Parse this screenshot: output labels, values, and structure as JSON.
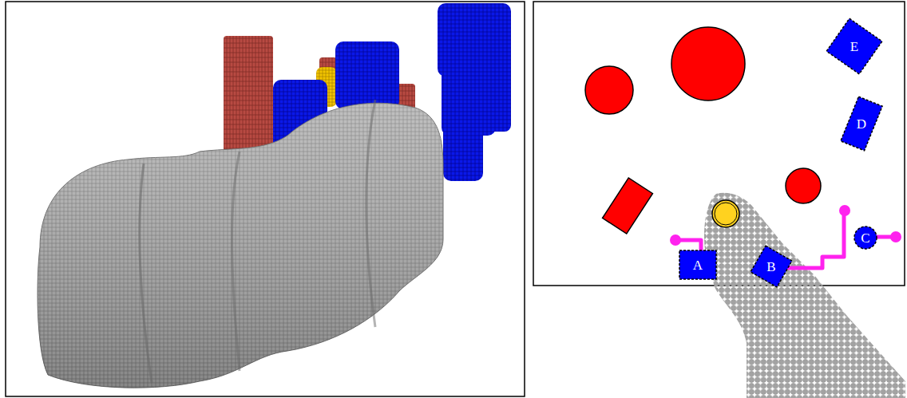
{
  "diagram": {
    "nodes": [
      {
        "text": [
          "E"
        ]
      },
      {
        "text": [
          "D"
        ]
      },
      {
        "text": [
          "C"
        ]
      },
      {
        "text": [
          "A"
        ]
      },
      {
        "text": [
          "B"
        ]
      }
    ]
  }
}
